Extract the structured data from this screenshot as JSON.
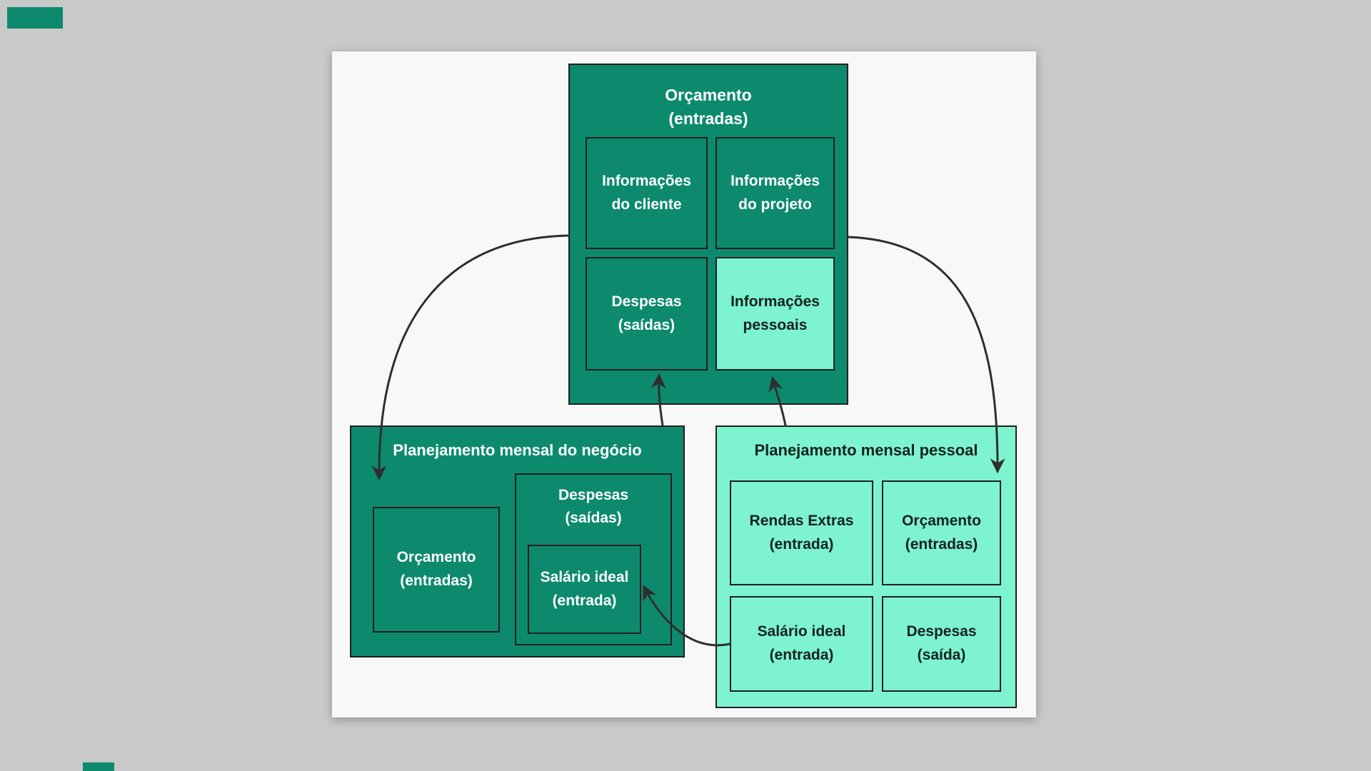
{
  "colors": {
    "teal": "#0d8a6e",
    "mint": "#7df3d0",
    "border": "#1f1f1f",
    "arrow": "#2e2e2e",
    "canvas_bg": "#f8f8f8",
    "page_bg": "#c9c9c9",
    "text_light": "#ffffff",
    "text_dark": "#15221e"
  },
  "budget_box": {
    "title": "Orçamento\n(entradas)",
    "cells": [
      {
        "label": "Informações\ndo cliente"
      },
      {
        "label": "Informações\ndo projeto"
      },
      {
        "label": "Despesas\n(saídas)"
      },
      {
        "label": "Informações\npessoais"
      }
    ]
  },
  "business_box": {
    "title": "Planejamento mensal do negócio",
    "cells": [
      {
        "label": "Orçamento\n(entradas)"
      },
      {
        "label": "Despesas\n(saídas)"
      },
      {
        "label": "Salário ideal\n(entrada)"
      }
    ]
  },
  "personal_box": {
    "title": "Planejamento mensal pessoal",
    "cells": [
      {
        "label": "Rendas Extras\n(entrada)"
      },
      {
        "label": "Orçamento\n(entradas)"
      },
      {
        "label": "Salário ideal\n(entrada)"
      },
      {
        "label": "Despesas\n(saída)"
      }
    ]
  }
}
